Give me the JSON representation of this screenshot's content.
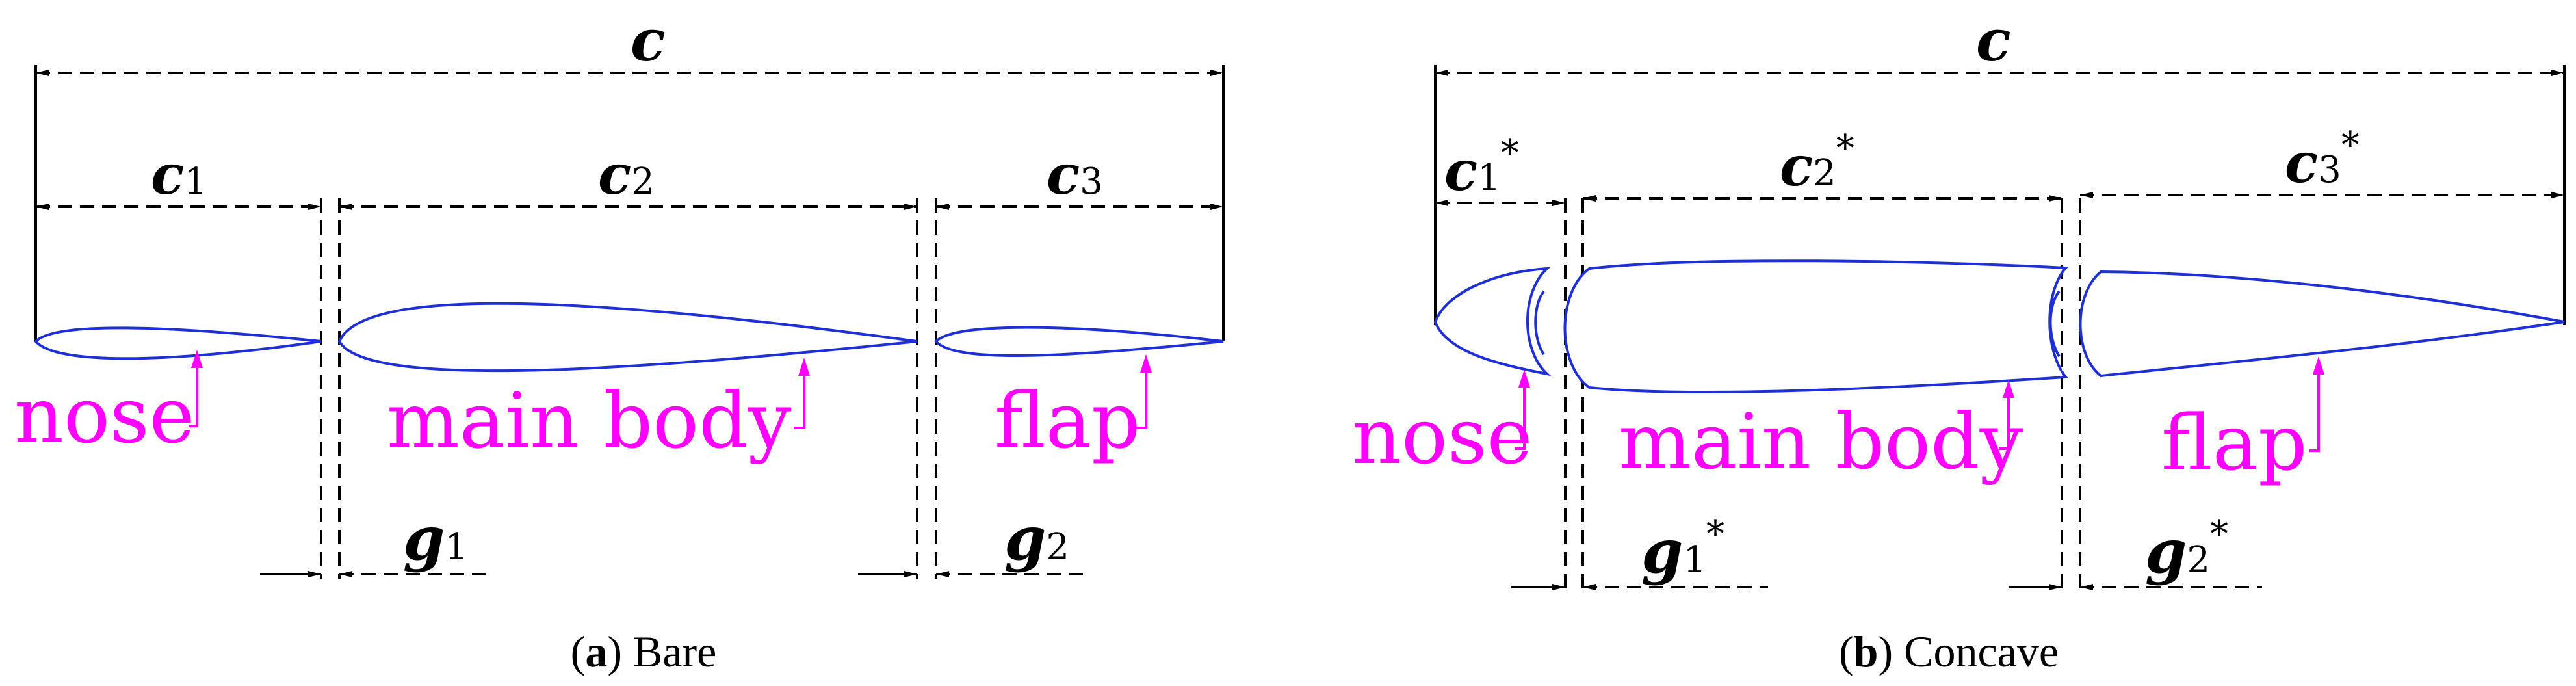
{
  "colors": {
    "airfoil": "#1f2fd6",
    "label": "#ff00ff",
    "dimension": "#000000"
  },
  "panel_a": {
    "caption_letter": "a",
    "caption_text": "Bare",
    "chord": {
      "symbol": "c",
      "sub": ""
    },
    "c1": {
      "symbol": "c",
      "sub": "1"
    },
    "c2": {
      "symbol": "c",
      "sub": "2"
    },
    "c3": {
      "symbol": "c",
      "sub": "3"
    },
    "g1": {
      "symbol": "g",
      "sub": "1"
    },
    "g2": {
      "symbol": "g",
      "sub": "2"
    },
    "labels": {
      "nose": "nose",
      "main": "main body",
      "flap": "flap"
    }
  },
  "panel_b": {
    "caption_letter": "b",
    "caption_text": "Concave",
    "chord": {
      "symbol": "c",
      "sub": ""
    },
    "c1": {
      "symbol": "c",
      "sub": "1",
      "sup": "*"
    },
    "c2": {
      "symbol": "c",
      "sub": "2",
      "sup": "*"
    },
    "c3": {
      "symbol": "c",
      "sub": "3",
      "sup": "*"
    },
    "g1": {
      "symbol": "g",
      "sub": "1",
      "sup": "*"
    },
    "g2": {
      "symbol": "g",
      "sub": "2",
      "sup": "*"
    },
    "labels": {
      "nose": "nose",
      "main": "main body",
      "flap": "flap"
    }
  }
}
